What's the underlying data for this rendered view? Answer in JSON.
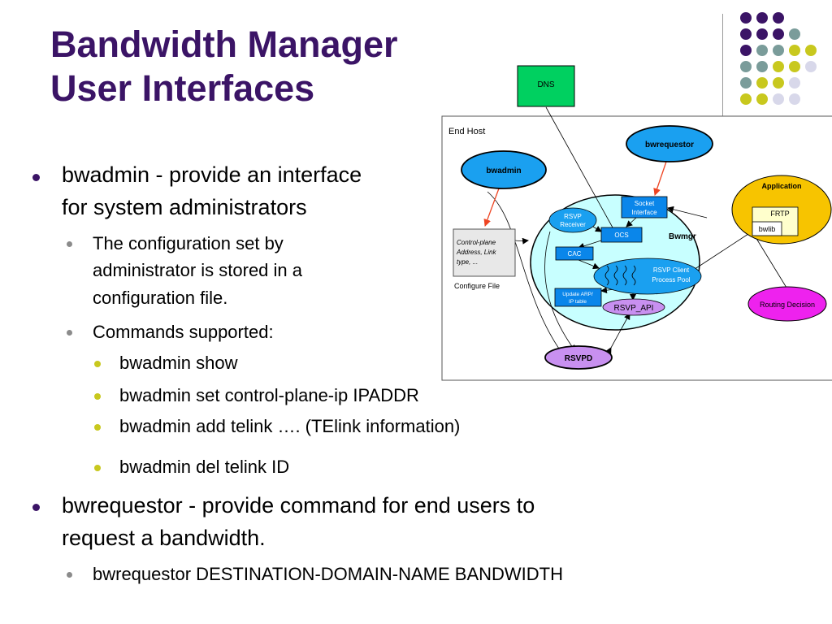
{
  "slide": {
    "title_line1": "Bandwidth Manager",
    "title_line2": "User Interfaces"
  },
  "bullets": {
    "b1_line1": "bwadmin - provide an interface",
    "b1_line2": "for system administrators",
    "s1_line1": "The configuration set by",
    "s1_line2": "administrator is stored in a",
    "s1_line3": "configuration file.",
    "s2": "Commands supported:",
    "c1": "bwadmin show",
    "c2": "bwadmin set control-plane-ip IPADDR",
    "c3": "bwadmin add telink …. (TElink information)",
    "c4": "bwadmin del telink ID",
    "b2_line1": "bwrequestor - provide command for end users to",
    "b2_line2": "request a bandwidth.",
    "s3": "bwrequestor DESTINATION-DOMAIN-NAME BANDWIDTH"
  },
  "diagram": {
    "dns": "DNS",
    "end_host": "End Host",
    "bwrequestor": "bwrequestor",
    "bwadmin": "bwadmin",
    "application": "Application",
    "frtp": "FRTP",
    "bwlib": "bwlib",
    "socket_interface_1": "Socket",
    "socket_interface_2": "Interface",
    "rsvp_receiver_1": "RSVP",
    "rsvp_receiver_2": "Receiver",
    "ocs": "OCS",
    "bwmgr": "Bwmgr",
    "cac": "CAC",
    "rsvp_client_1": "RSVP Client",
    "rsvp_client_2": "Process Pool",
    "update_arp_1": "Update ARP/",
    "update_arp_2": "IP table",
    "rsvp_api": "RSVP_API",
    "config_text_1": "Control-plane",
    "config_text_2": "Address, Link",
    "config_text_3": "type, ...",
    "configure_file": "Configure File",
    "routing_decision": "Routing Decision",
    "rsvpd": "RSVPD"
  },
  "colors": {
    "title": "#3b1466",
    "dot_purple": "#3b1466",
    "dot_teal": "#7a9c9a",
    "dot_yellow": "#c8c81e",
    "dot_lavender": "#d8d8ea",
    "dns_fill": "#00d060",
    "oval_blue": "#1aa0f0",
    "bwmgr_fill": "#c8ffff",
    "app_fill": "#f7c400",
    "routing_fill": "#ee22ee",
    "rsvpd_fill": "#c890f0",
    "box_blue": "#0a86ea",
    "arrow_red": "#ee4422"
  }
}
